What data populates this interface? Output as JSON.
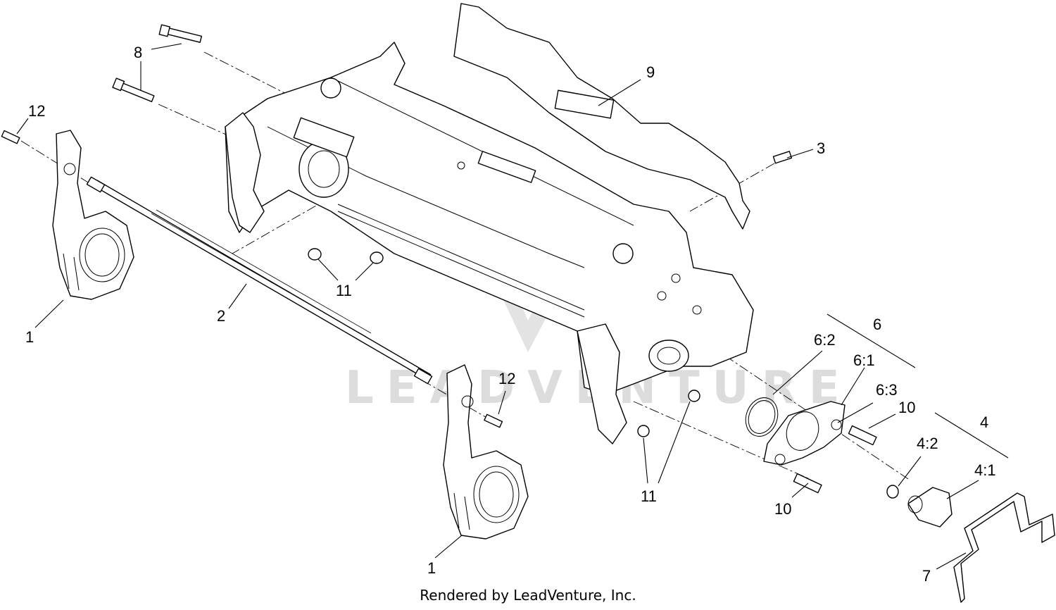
{
  "callouts": {
    "c1a": "1",
    "c1b": "1",
    "c2": "2",
    "c3": "3",
    "c4": "4",
    "c4_1": "4:1",
    "c4_2": "4:2",
    "c6": "6",
    "c6_1": "6:1",
    "c6_2": "6:2",
    "c6_3": "6:3",
    "c7": "7",
    "c8": "8",
    "c9": "9",
    "c10a": "10",
    "c10b": "10",
    "c11a": "11",
    "c11b": "11",
    "c12a": "12",
    "c12b": "12"
  },
  "watermark": "LEADVENTURE",
  "footer": "Rendered by LeadVenture, Inc.",
  "colors": {
    "line": "#000000",
    "watermark": "#d9d9d9",
    "background": "#ffffff"
  }
}
